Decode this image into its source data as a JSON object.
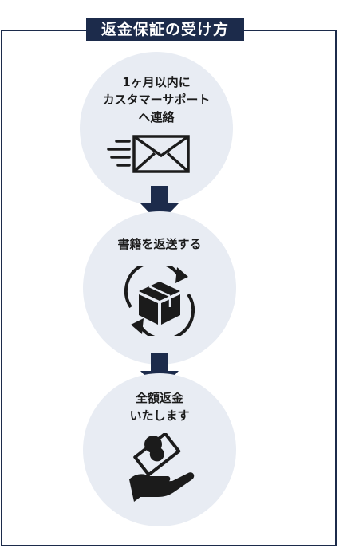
{
  "title": "返金保証の受け方",
  "steps": [
    {
      "lines": [
        "1ヶ月以内に",
        "カスタマーサポート",
        "へ連絡"
      ],
      "icon": "envelope-send-icon"
    },
    {
      "lines": [
        "書籍を返送する"
      ],
      "icon": "box-return-icon"
    },
    {
      "lines": [
        "全額返金",
        "いたします"
      ],
      "icon": "hand-money-icon"
    }
  ],
  "colors": {
    "navy": "#1c2b4b",
    "circle": "#e8ecf3",
    "text": "#1b1b1b"
  }
}
